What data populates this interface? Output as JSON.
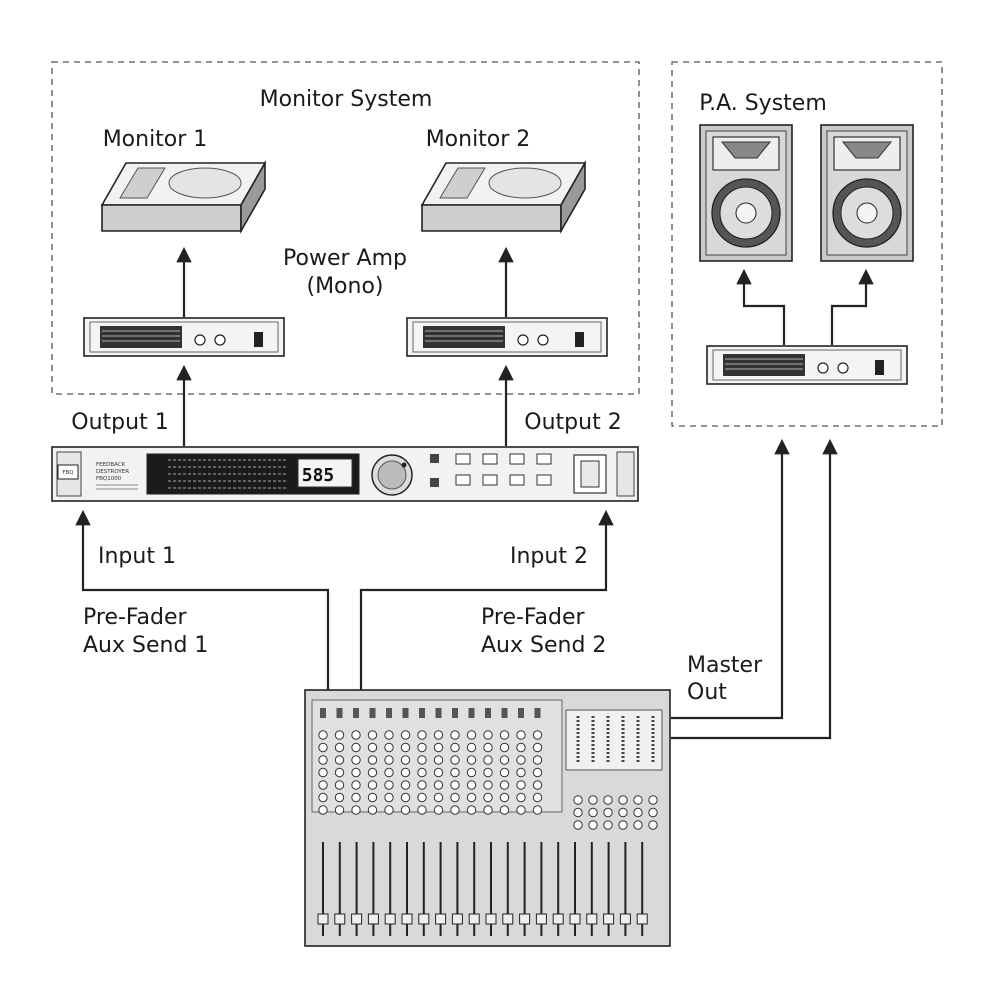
{
  "groups": {
    "monitor_system": "Monitor System",
    "pa_system": "P.A. System"
  },
  "monitors": {
    "monitor1": "Monitor 1",
    "monitor2": "Monitor 2"
  },
  "power_amp": {
    "line1": "Power Amp",
    "line2": "(Mono)"
  },
  "outputs": {
    "output1": "Output 1",
    "output2": "Output 2"
  },
  "inputs": {
    "input1": "Input 1",
    "input2": "Input 2"
  },
  "sends": {
    "aux1_line1": "Pre-Fader",
    "aux1_line2": "Aux Send 1",
    "aux2_line1": "Pre-Fader",
    "aux2_line2": "Aux Send 2"
  },
  "master": {
    "line1": "Master",
    "line2": "Out"
  },
  "processor": {
    "brand_line1": "FEEDBACK",
    "brand_line2": "DESTROYER",
    "model": "FBQ1000",
    "display": "585",
    "logo": "FBQ"
  }
}
